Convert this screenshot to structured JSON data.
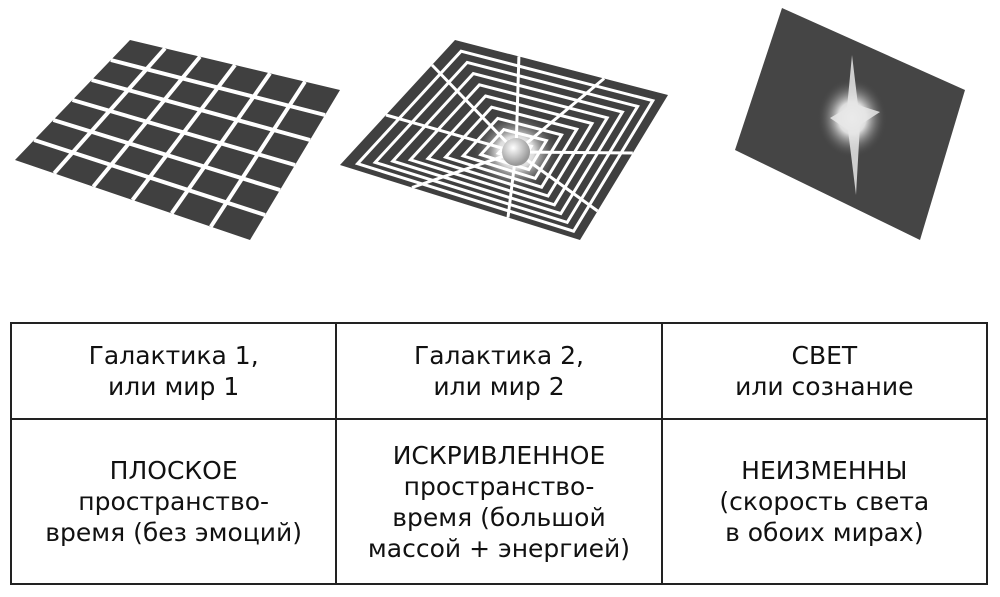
{
  "columns": [
    {
      "header": [
        "Галактика 1,",
        "или мир 1"
      ],
      "body": [
        "ПЛОСКОЕ",
        "пространство-",
        "время (без эмоций)"
      ]
    },
    {
      "header": [
        "Галактика 2,",
        "или мир 2"
      ],
      "body": [
        "ИСКРИВЛЕННОЕ",
        "пространство-",
        "время (большой",
        "массой + энергией)"
      ]
    },
    {
      "header": [
        "СВЕТ",
        "или сознание"
      ],
      "body": [
        "НЕИЗМЕННЫ",
        "(скорость света",
        "в обоих мирах)"
      ]
    }
  ],
  "colors": {
    "plane": "#404040",
    "grid": "#ffffff",
    "border": "#222222"
  }
}
